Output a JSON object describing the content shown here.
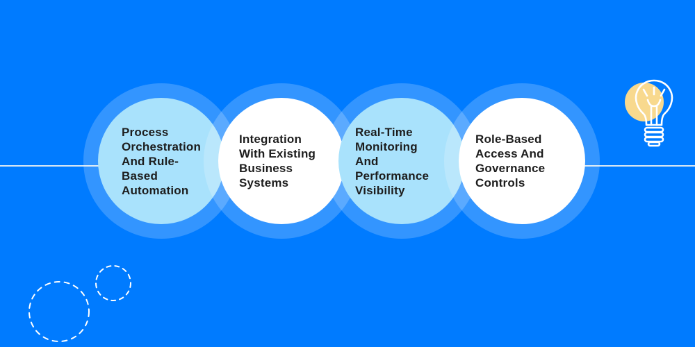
{
  "diagram": {
    "type": "feature-circles-infographic",
    "features": [
      {
        "label": "Process Orchestration And Rule-Based Automation",
        "lines": [
          "Process",
          "Orchestration",
          "And Rule-",
          "Based",
          "Automation"
        ],
        "variant": "light-blue"
      },
      {
        "label": "Integration With Existing Business Systems",
        "lines": [
          "Integration",
          "With Existing",
          "Business",
          "Systems"
        ],
        "variant": "white"
      },
      {
        "label": "Real-Time Monitoring And Performance Visibility",
        "lines": [
          "Real-Time",
          "Monitoring",
          "And",
          "Performance",
          "Visibility"
        ],
        "variant": "light-blue"
      },
      {
        "label": "Role-Based Access And Governance Controls",
        "lines": [
          "Role-Based",
          "Access And",
          "Governance",
          "Controls"
        ],
        "variant": "white"
      }
    ],
    "icons": [
      {
        "name": "lightbulb-icon",
        "glow_color": "#F8D98E",
        "outline_color": "#FFFFFF"
      }
    ],
    "decorations": [
      "divider-line",
      "dashed-circle-large",
      "dashed-circle-small"
    ],
    "colors": {
      "background": "#007BFF",
      "halo_overlay": "#4D9BFC",
      "circle_light_blue": "#A9E2FC",
      "circle_white": "#FFFFFF",
      "text": "#1D1D1D",
      "divider_line": "#D9E8F4",
      "dashed_circle": "#FFFFFF"
    }
  }
}
